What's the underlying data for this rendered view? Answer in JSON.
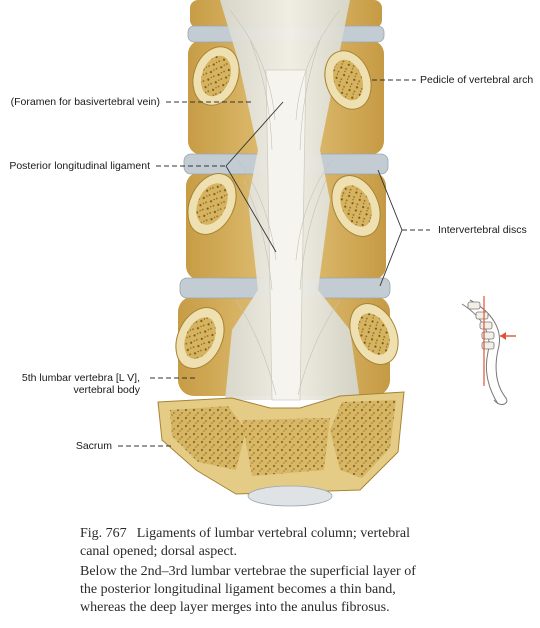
{
  "labels": {
    "foramen": "(Foramen for basivertebral vein)",
    "pll": "Posterior longitudinal ligament",
    "pedicle": "Pedicle of vertebral arch",
    "discs": "Intervertebral discs",
    "l5_line1": "5th lumbar vertebra [L V],",
    "l5_line2": "vertebral body",
    "sacrum": "Sacrum"
  },
  "caption": {
    "figure_number": "Fig. 767",
    "title_line1": "Ligaments of lumbar vertebral column; vertebral",
    "title_line2": "canal opened; dorsal aspect.",
    "desc_line1": "Below the 2nd–3rd lumbar vertebrae the superficial layer of",
    "desc_line2": " the posterior longitudinal ligament becomes a thin band,",
    "desc_line3": "whereas the deep layer merges into the anulus fibrosus."
  },
  "colors": {
    "bone": "#d9b96a",
    "bone_dark": "#b08a3a",
    "disc": "#c7cfd6",
    "ligament": "#e7e6dc",
    "marker": "#e0533a"
  }
}
